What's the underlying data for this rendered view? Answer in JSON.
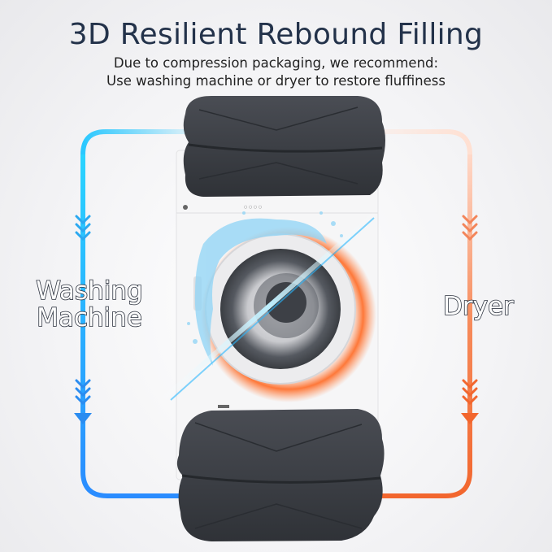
{
  "header": {
    "title": "3D Resilient Rebound Filling",
    "subtitle_line1": "Due to compression packaging, we recommend:",
    "subtitle_line2": "Use washing machine or dryer to restore fluffiness"
  },
  "left_path": {
    "label_line1": "Washing",
    "label_line2": "Machine",
    "color": "#2aa8f0"
  },
  "right_path": {
    "label": "Dryer",
    "color": "#f47a45"
  },
  "product": {
    "blanket_color": "#3c3f45",
    "machine_color": "#f5f5f5"
  }
}
